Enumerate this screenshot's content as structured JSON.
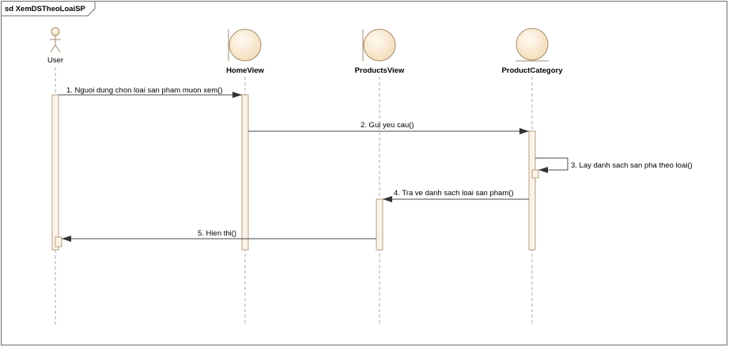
{
  "frame": {
    "title": "sd XemDSTheoLoaiSP"
  },
  "lifelines": [
    {
      "id": "user",
      "label": "User",
      "kind": "actor"
    },
    {
      "id": "homeview",
      "label": "HomeView",
      "kind": "boundary"
    },
    {
      "id": "productsview",
      "label": "ProductsView",
      "kind": "boundary"
    },
    {
      "id": "productcategory",
      "label": "ProductCategory",
      "kind": "entity"
    }
  ],
  "messages": [
    {
      "n": 1,
      "text": "1. Nguoi dung chon loai san pham muon xem()"
    },
    {
      "n": 2,
      "text": "2. Gui yeu cau()"
    },
    {
      "n": 3,
      "text": "3. Lay danh sach san pha theo loai()"
    },
    {
      "n": 4,
      "text": "4. Tra ve danh sach loai san pham()"
    },
    {
      "n": 5,
      "text": "5. Hien thi()"
    }
  ],
  "colors": {
    "activation_fill": "#fbf3e7",
    "activation_stroke": "#b89f86",
    "lifeline": "#a9a9a9",
    "head_fill": "#fbe9cf",
    "head_stroke": "#a58a6a",
    "frame": "#6e6e6e"
  }
}
